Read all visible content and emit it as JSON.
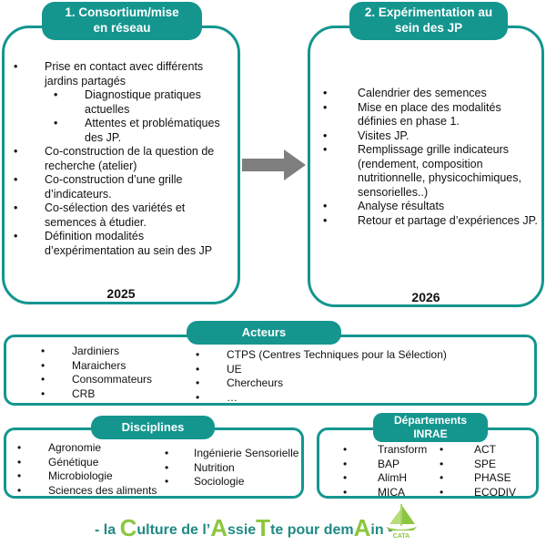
{
  "phase1": {
    "title": "1. Consortium/mise en réseau",
    "year": "2025",
    "items": [
      {
        "text": "Prise en contact avec différents jardins partagés",
        "sub": [
          "Diagnostique pratiques actuelles",
          "Attentes et problématiques des JP."
        ]
      },
      {
        "text": "Co-construction de la question de recherche (atelier)"
      },
      {
        "text": "Co-construction d’une grille d’indicateurs."
      },
      {
        "text": "Co-sélection des variétés et semences à étudier."
      },
      {
        "text": "Définition modalités d’expérimentation au sein des JP"
      }
    ]
  },
  "phase2": {
    "title": "2. Expérimentation au sein des JP",
    "year": "2026",
    "items": [
      "Calendrier des semences",
      "Mise en place des modalités définies en phase 1.",
      "Visites JP.",
      "Remplissage grille indicateurs (rendement, composition nutritionnelle, physicochimiques, sensorielles..)",
      "Analyse résultats",
      "Retour et partage d’expériences JP."
    ]
  },
  "acteurs": {
    "title": "Acteurs",
    "col1": [
      "Jardiniers",
      "Maraichers",
      "Consommateurs",
      "CRB"
    ],
    "col2": [
      "CTPS (Centres Techniques pour la Sélection)",
      "UE",
      "Chercheurs",
      "…"
    ]
  },
  "disciplines": {
    "title": "Disciplines",
    "col1": [
      "Agronomie",
      "Génétique",
      "Microbiologie",
      "Sciences des aliments"
    ],
    "col2": [
      "Ingénierie Sensorielle",
      "Nutrition",
      "Sociologie"
    ]
  },
  "departements": {
    "title": "Départements INRAE",
    "col1": [
      "Transform",
      "BAP",
      "AlimH",
      "MICA"
    ],
    "col2": [
      "ACT",
      "SPE",
      "PHASE",
      "ECODIV"
    ]
  },
  "footer": {
    "parts": [
      {
        "text": "- la ",
        "big": false
      },
      {
        "text": "C",
        "big": true
      },
      {
        "text": "ulture de l’",
        "big": false
      },
      {
        "text": "A",
        "big": true
      },
      {
        "text": "ssie",
        "big": false
      },
      {
        "text": "T",
        "big": true
      },
      {
        "text": "te pour dem",
        "big": false
      },
      {
        "text": "A",
        "big": true
      },
      {
        "text": "in -",
        "big": false
      }
    ],
    "logo_text": "CATA"
  },
  "colors": {
    "accent": "#14968f",
    "footer_text": "#1f8a84",
    "big_letter": "#8cc63f"
  }
}
